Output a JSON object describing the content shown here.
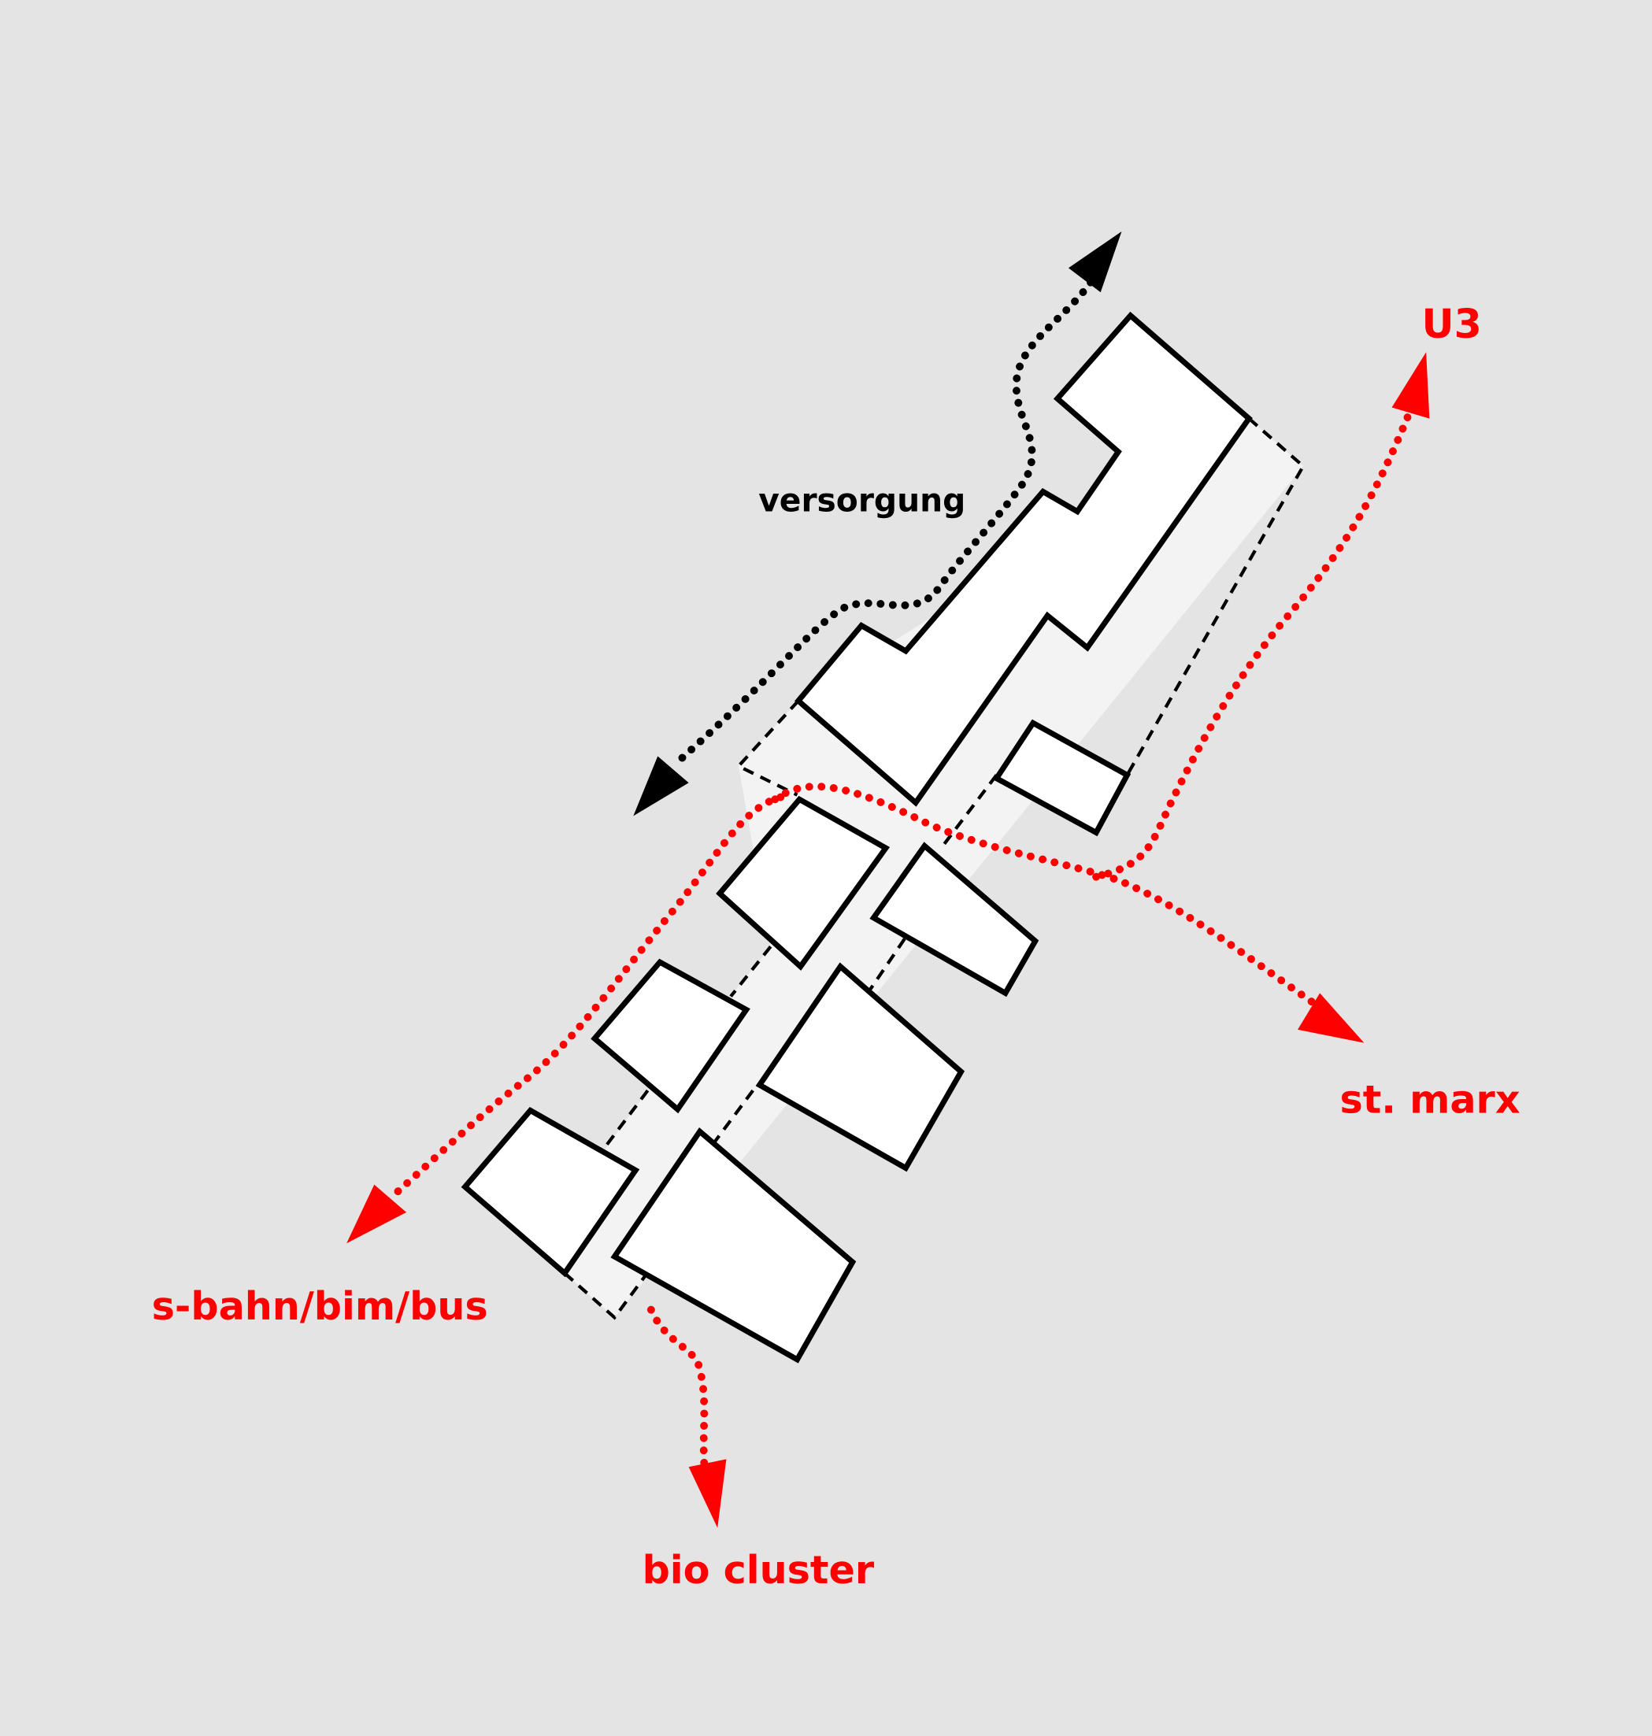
{
  "labels": {
    "versorgung": "versorgung",
    "u3": "U3",
    "st_marx": "st. marx",
    "s_bahn": "s-bahn/bim/bus",
    "bio_cluster": "bio cluster"
  },
  "colors": {
    "background": "#e4e4e4",
    "plaza": "#f3f3f3",
    "building": "#ffffff",
    "route_red": "#ff0000",
    "route_black": "#000000"
  }
}
